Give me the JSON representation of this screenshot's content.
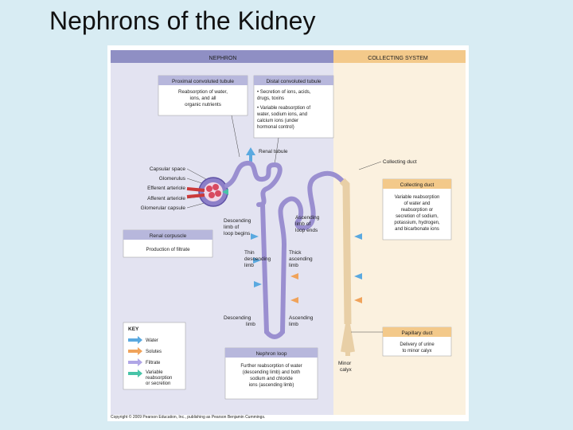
{
  "slide": {
    "title": "Nephrons of the Kidney"
  },
  "figure": {
    "header_left": "NEPHRON",
    "header_right": "COLLECTING SYSTEM",
    "labels": {
      "renal_tubule": "Renal tubule",
      "capsular_space": "Capsular space",
      "glomerulus": "Glomerulus",
      "efferent_arteriole": "Efferent arteriole",
      "afferent_arteriole": "Afferent arteriole",
      "glomerular_capsule": "Glomerular capsule",
      "descending_limb_1": "Descending",
      "descending_limb_2": "limb of",
      "descending_limb_3": "loop begins",
      "ascending_limb_1": "Ascending",
      "ascending_limb_2": "limb of",
      "ascending_limb_3": "loop ends",
      "thin_descending_1": "Thin",
      "thin_descending_2": "descending",
      "thin_descending_3": "limb",
      "thick_ascending_1": "Thick",
      "thick_ascending_2": "ascending",
      "thick_ascending_3": "limb",
      "descending_limb_bottom_1": "Descending",
      "descending_limb_bottom_2": "limb",
      "ascending_limb_bottom_1": "Ascending",
      "ascending_limb_bottom_2": "limb",
      "collecting_duct_top": "Collecting duct",
      "minor_calyx_1": "Minor",
      "minor_calyx_2": "calyx"
    },
    "boxes": {
      "pct_title": "Proximal convoluted tubule",
      "pct_lines": [
        "Reabsorption of water,",
        "ions, and all",
        "organic nutrients"
      ],
      "dct_title": "Distal convoluted tubule",
      "dct_lines": [
        "• Secretion of ions, acids,",
        "  drugs, toxins",
        "• Variable reabsorption of",
        "  water, sodium ions, and",
        "  calcium ions (under",
        "  hormonal control)"
      ],
      "renal_corpuscle_title": "Renal corpuscle",
      "renal_corpuscle_body": "Production of filtrate",
      "cd_title": "Collecting duct",
      "cd_lines": [
        "Variable reabsorption",
        "of water and",
        "reabsorption or",
        "secretion of sodium,",
        "potassium, hydrogen,",
        "and bicarbonate ions"
      ],
      "papillary_title": "Papillary duct",
      "papillary_lines": [
        "Delivery of urine",
        "to minor calyx"
      ],
      "loop_title": "Nephron loop",
      "loop_lines": [
        "Further reabsorption of water",
        "(descending limb) and both",
        "sodium and chloride",
        "ions (ascending limb)"
      ]
    },
    "key": {
      "title": "KEY",
      "items": [
        "Water",
        "Solutes",
        "Filtrate",
        "Variable",
        "reabsorption",
        "or secretion"
      ]
    },
    "copyright": "Copyright © 2009 Pearson Education, Inc., publishing as Pearson Benjamin Cummings.",
    "colors": {
      "nephron_header": "#8f8fc4",
      "collecting_header": "#f3c98a",
      "nephron_panel": "#e3e3f1",
      "collecting_panel": "#fbf1df",
      "box_title": "#b7b7dc",
      "tubule": "#9a8fd0",
      "duct": "#e8cfa6",
      "water": "#5aa9e0",
      "solutes": "#f0a35b",
      "filtrate": "#b0a6e6",
      "vessel": "#cc3a3a"
    }
  }
}
